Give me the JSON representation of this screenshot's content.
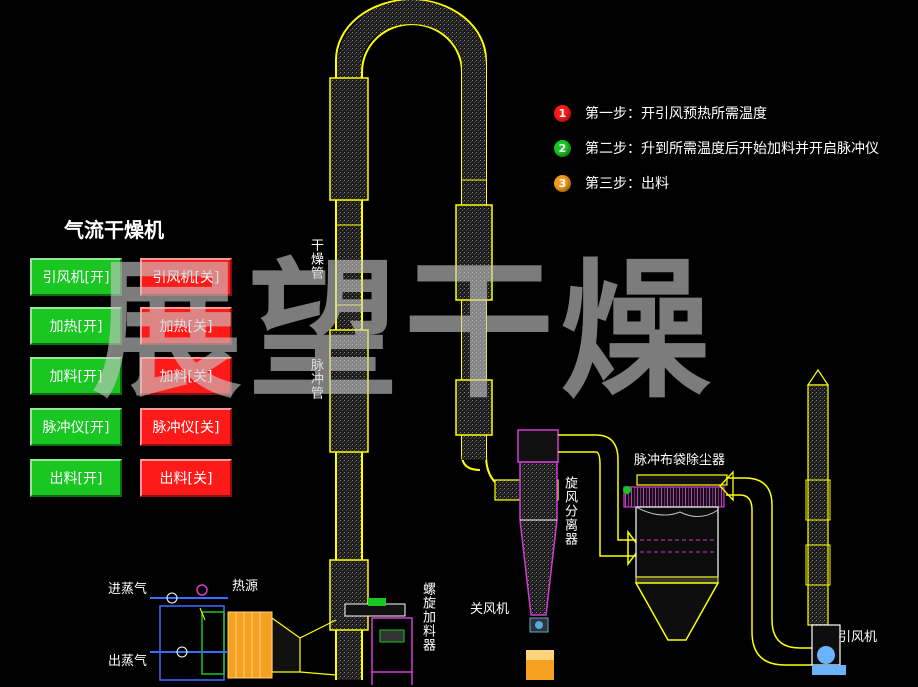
{
  "panel": {
    "title": "气流干燥机",
    "buttons": [
      {
        "on": "引风机[开]",
        "off": "引风机[关]"
      },
      {
        "on": "加热[开]",
        "off": "加热[关]"
      },
      {
        "on": "加料[开]",
        "off": "加料[关]"
      },
      {
        "on": "脉冲仪[开]",
        "off": "脉冲仪[关]"
      },
      {
        "on": "出料[开]",
        "off": "出料[关]"
      }
    ]
  },
  "steps": [
    {
      "num": "1",
      "text": "第一步：开引风预热所需温度",
      "color": "#ff1a1a"
    },
    {
      "num": "2",
      "text": "第二步：升到所需温度后开始加料并开启脉冲仪",
      "color": "#19c622"
    },
    {
      "num": "3",
      "text": "第三步：出料",
      "color": "#f39a1c"
    }
  ],
  "labels": {
    "dry_pipe": "干燥管",
    "pulse_pipe": "脉冲管",
    "cyclone": "旋风分离器",
    "bag_filter": "脉冲布袋除尘器",
    "fan": "引风机",
    "airlock": "关风机",
    "screw_feeder": "螺旋加料器",
    "steam_in": "进蒸气",
    "steam_out": "出蒸气",
    "heat_source": "热源"
  },
  "watermark": "展望干燥",
  "colors": {
    "pipe_outline": "#ffff00",
    "on_button": "#19c622",
    "off_button": "#ff1a1a",
    "equipment_magenta": "#d23ad2",
    "heater_orange": "#f5a020",
    "steam_blue": "#3a6cff"
  }
}
